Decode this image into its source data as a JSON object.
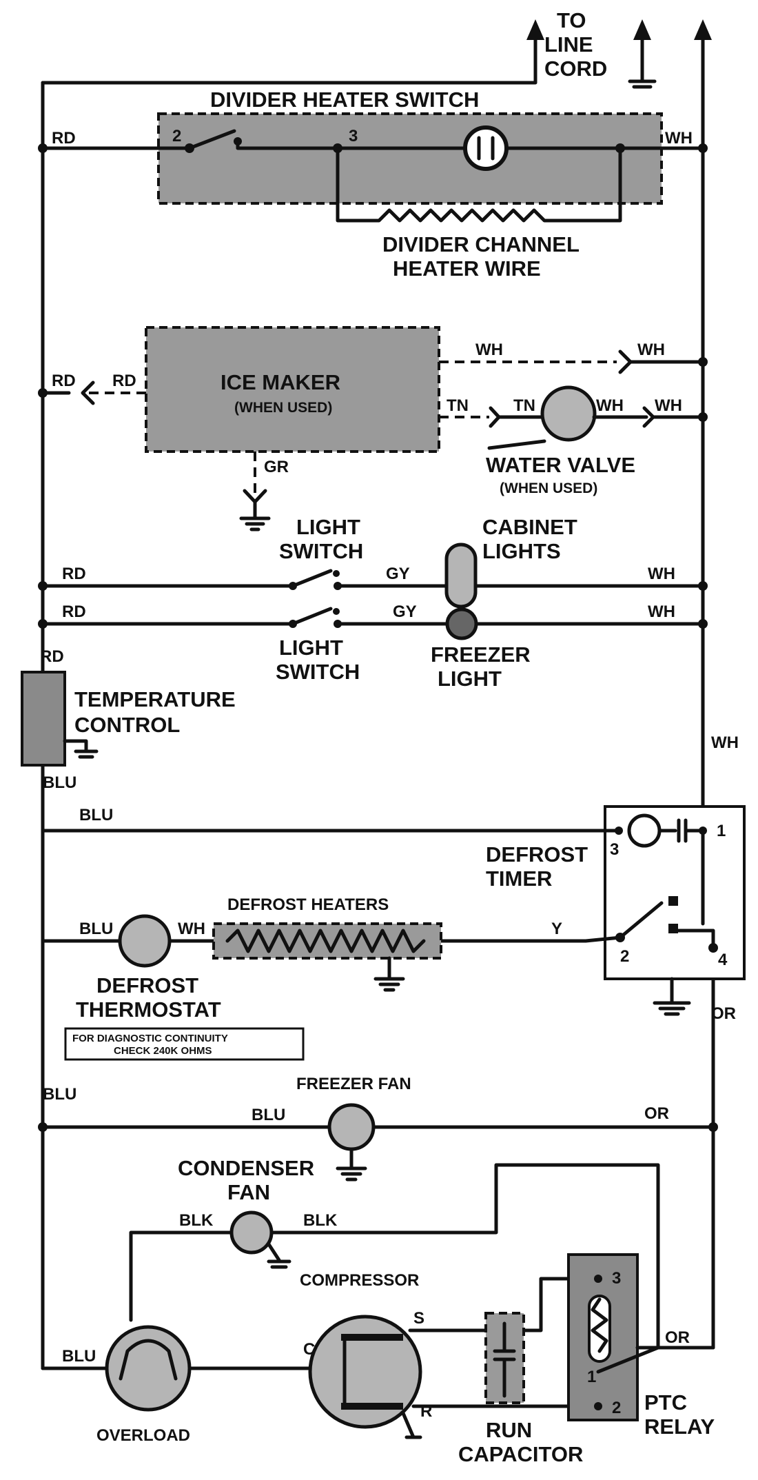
{
  "labels": {
    "to_line_cord": [
      "TO",
      "LINE",
      "CORD"
    ],
    "divider_heater_switch": "DIVIDER HEATER SWITCH",
    "divider_channel_heater": [
      "DIVIDER CHANNEL",
      "HEATER WIRE"
    ],
    "ice_maker": [
      "ICE MAKER",
      "(WHEN USED)"
    ],
    "water_valve": [
      "WATER VALVE",
      "(WHEN USED)"
    ],
    "light_switch_top": [
      "LIGHT",
      "SWITCH"
    ],
    "cabinet_lights": [
      "CABINET",
      "LIGHTS"
    ],
    "light_switch_bottom": [
      "LIGHT",
      "SWITCH"
    ],
    "freezer_light": [
      "FREEZER",
      "LIGHT"
    ],
    "temperature_control": [
      "TEMPERATURE",
      "CONTROL"
    ],
    "defrost_timer": [
      "DEFROST",
      "TIMER"
    ],
    "defrost_heaters": "DEFROST HEATERS",
    "defrost_thermostat": [
      "DEFROST",
      "THERMOSTAT"
    ],
    "diagnostic_note": [
      "FOR DIAGNOSTIC CONTINUITY",
      "CHECK 240K OHMS"
    ],
    "freezer_fan": "FREEZER FAN",
    "condenser_fan": [
      "CONDENSER",
      "FAN"
    ],
    "compressor": "COMPRESSOR",
    "overload": "OVERLOAD",
    "run_capacitor": [
      "RUN",
      "CAPACITOR"
    ],
    "ptc_relay": [
      "PTC",
      "RELAY"
    ]
  },
  "wires": {
    "rd": "RD",
    "wh": "WH",
    "gr": "GR",
    "tn": "TN",
    "gy": "GY",
    "blu": "BLU",
    "y": "Y",
    "or": "OR",
    "blk": "BLK"
  },
  "terminals": {
    "switch_2": "2",
    "switch_3": "3",
    "timer_1": "1",
    "timer_2": "2",
    "timer_3": "3",
    "timer_4": "4",
    "comp_c": "C",
    "comp_s": "S",
    "comp_r": "R",
    "relay_3": "3",
    "relay_1": "1",
    "relay_2": "2"
  }
}
